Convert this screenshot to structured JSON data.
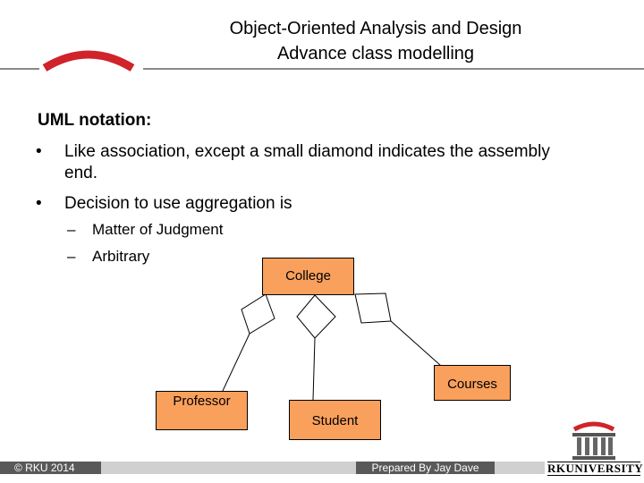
{
  "header": {
    "title_line1": "Object-Oriented Analysis and Design",
    "title_line2": "Advance class modelling"
  },
  "content": {
    "heading": "UML notation:",
    "bullets": [
      "Like association, except a small diamond indicates the assembly end.",
      "Decision to use aggregation is"
    ],
    "bullet1_line1": "Like association, except a small diamond indicates the assembly",
    "bullet1_line2": "end.",
    "sub_items": [
      "Matter of Judgment",
      "Arbitrary"
    ]
  },
  "diagram": {
    "college": "College",
    "courses": "Courses",
    "professor": "Professor",
    "student": "Student"
  },
  "footer": {
    "copyright": "© RKU 2014",
    "author": "Prepared By Jay Dave",
    "logo_text": "RKUNIVERSITY"
  },
  "colors": {
    "box_fill": "#f9a05c",
    "accent_red": "#d0232a",
    "footer_dark": "#595959"
  }
}
